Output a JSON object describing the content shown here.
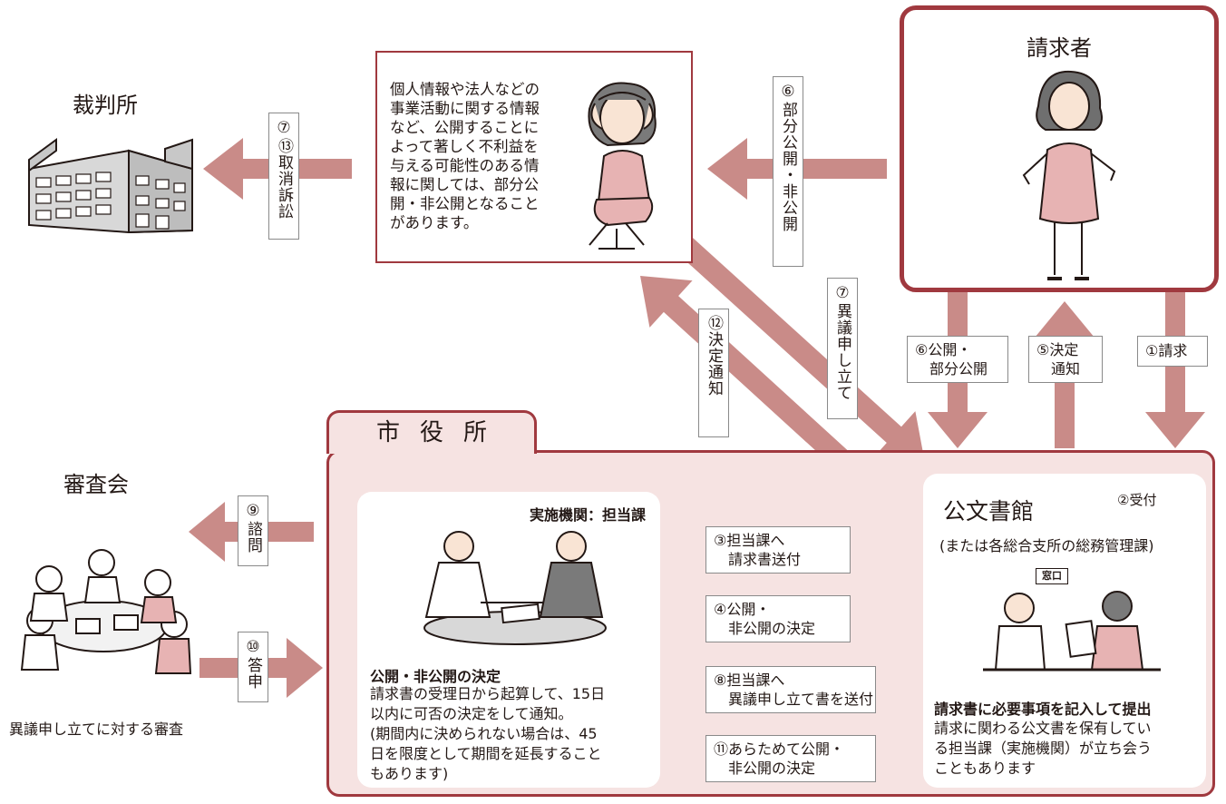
{
  "colors": {
    "arrow": "#c98b88",
    "maroon": "#a0393f",
    "pink_fill": "#f6e3e2"
  },
  "court": {
    "title": "裁判所",
    "icon": "court-building-icon"
  },
  "requester": {
    "title": "請求者",
    "icon": "requester-woman-icon"
  },
  "partial_note": {
    "text": "個人情報や法人などの\n事業活動に関する情報\nなど、公開することに\nよって著しく不利益を\n与える可能性のある情\n報に関しては、部分公\n開・非公開となること\nがあります。",
    "icon": "worried-woman-icon"
  },
  "review_board": {
    "title": "審査会",
    "caption": "異議申し立てに対する審査",
    "icon": "meeting-people-icon"
  },
  "city_hall": {
    "tab_label": "市役所"
  },
  "department_panel": {
    "label": "実施機関：担当課",
    "heading": "公開・非公開の決定",
    "body": "請求書の受理日から起算して、15日\n以内に可否の決定をして通知。\n(期間内に決められない場合は、45\n日を限度として期間を延長すること\nもあります)",
    "icon": "handshake-meeting-icon"
  },
  "archive_panel": {
    "title": "公文書館",
    "subtitle": "(または各総合支所の総務管理課)",
    "receive_label": "②受付",
    "window_sign": "窓口",
    "heading": "請求書に必要事項を記入して提出",
    "body": "請求に関わる公文書を保有してい\nる担当課（実施機関）が立ち会う\nこともあります",
    "icon": "reception-desk-icon"
  },
  "flow_labels": {
    "step1": "①請求",
    "step3": "③担当課へ\n　請求書送付",
    "step4": "④公開・\n　非公開の決定",
    "step5": "⑤決定\n　通知",
    "step6_disclose": "⑥公開・\n　部分公開",
    "step6_partial": "⑥部分公開・非公開",
    "step7_objection": "⑦異議申し立て",
    "step7_13_lawsuit": "⑦⑬取消訴訟",
    "step8": "⑧担当課へ\n　異議申し立て書を送付",
    "step9": "⑨諮問",
    "step10": "⑩答申",
    "step11": "⑪あらためて公開・\n　非公開の決定",
    "step12": "⑫決定通知"
  }
}
